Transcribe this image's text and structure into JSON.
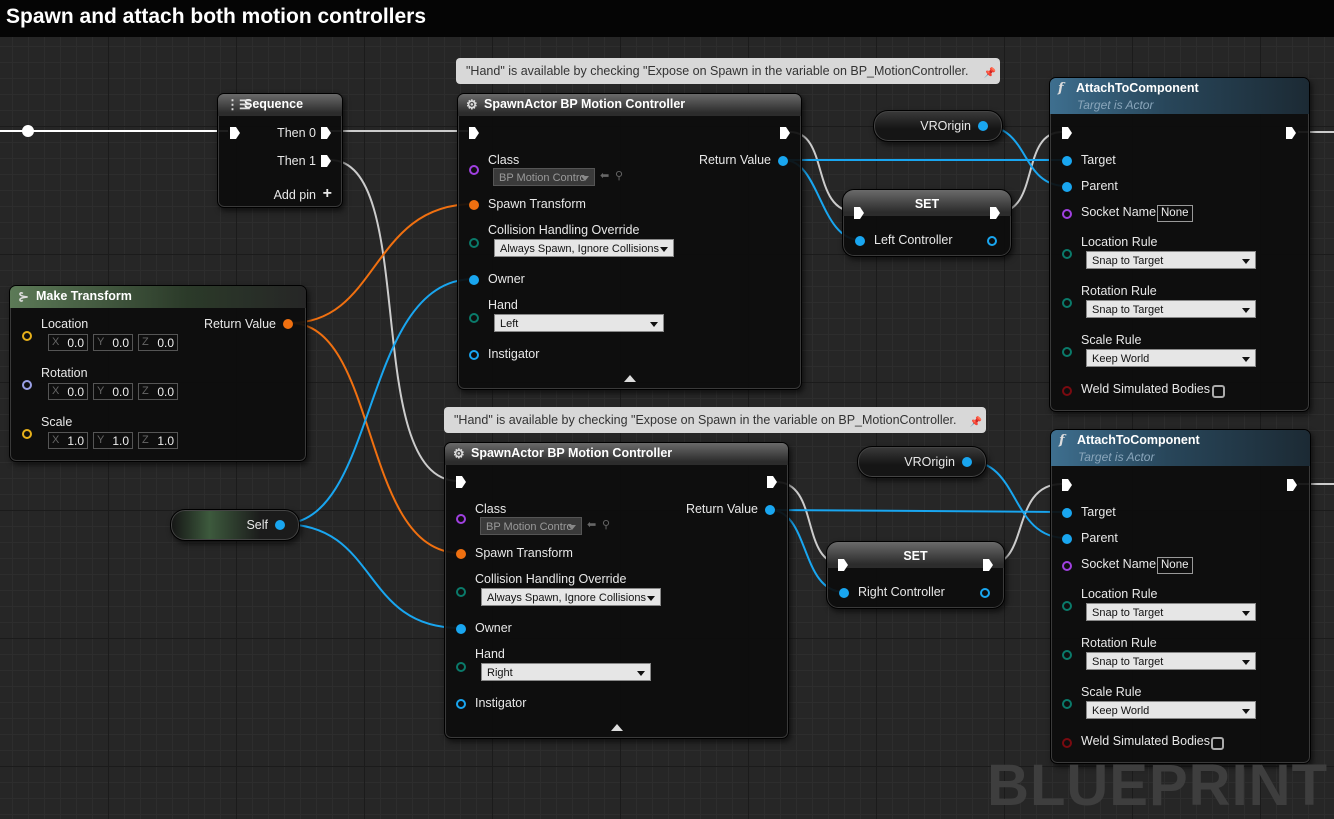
{
  "title": "Spawn and attach both motion controllers",
  "watermark": "BLUEPRINT",
  "sequence": {
    "title": "Sequence",
    "then0": "Then 0",
    "then1": "Then 1",
    "add_pin": "Add pin"
  },
  "make_transform": {
    "title": "Make Transform",
    "location": "Location",
    "rotation": "Rotation",
    "scale": "Scale",
    "return_value": "Return Value",
    "axes": {
      "x": "X",
      "y": "Y",
      "z": "Z"
    },
    "loc_values": [
      "0.0",
      "0.0",
      "0.0"
    ],
    "rot_values": [
      "0.0",
      "0.0",
      "0.0"
    ],
    "scale_values": [
      "1.0",
      "1.0",
      "1.0"
    ]
  },
  "self_node": {
    "label": "Self"
  },
  "spawn_left": {
    "comment": "\"Hand\" is available by checking \"Expose on Spawn in the variable on BP_MotionController.",
    "title": "SpawnActor BP Motion Controller",
    "class_label": "Class",
    "class_value": "BP Motion Contro",
    "return_value": "Return Value",
    "spawn_transform": "Spawn Transform",
    "collision_label": "Collision Handling Override",
    "collision_value": "Always Spawn, Ignore Collisions",
    "owner": "Owner",
    "hand_label": "Hand",
    "hand_value": "Left",
    "instigator": "Instigator"
  },
  "spawn_right": {
    "comment": "\"Hand\" is available by checking \"Expose on Spawn in the variable on BP_MotionController.",
    "title": "SpawnActor BP Motion Controller",
    "class_label": "Class",
    "class_value": "BP Motion Contro",
    "return_value": "Return Value",
    "spawn_transform": "Spawn Transform",
    "collision_label": "Collision Handling Override",
    "collision_value": "Always Spawn, Ignore Collisions",
    "owner": "Owner",
    "hand_label": "Hand",
    "hand_value": "Right",
    "instigator": "Instigator"
  },
  "vrorigin_top": {
    "label": "VROrigin"
  },
  "vrorigin_bottom": {
    "label": "VROrigin"
  },
  "set_left": {
    "title": "SET",
    "var": "Left Controller"
  },
  "set_right": {
    "title": "SET",
    "var": "Right Controller"
  },
  "attach_top": {
    "title": "AttachToComponent",
    "subtitle": "Target is Actor",
    "target": "Target",
    "parent": "Parent",
    "socket_label": "Socket Name",
    "socket_value": "None",
    "location_label": "Location Rule",
    "location_value": "Snap to Target",
    "rotation_label": "Rotation Rule",
    "rotation_value": "Snap to Target",
    "scale_label": "Scale Rule",
    "scale_value": "Keep World",
    "weld_label": "Weld Simulated Bodies"
  },
  "attach_bottom": {
    "title": "AttachToComponent",
    "subtitle": "Target is Actor",
    "target": "Target",
    "parent": "Parent",
    "socket_label": "Socket Name",
    "socket_value": "None",
    "location_label": "Location Rule",
    "location_value": "Snap to Target",
    "rotation_label": "Rotation Rule",
    "rotation_value": "Snap to Target",
    "scale_label": "Scale Rule",
    "scale_value": "Keep World",
    "weld_label": "Weld Simulated Bodies"
  },
  "colors": {
    "exec": "#ffffff",
    "object": "#19a6f0",
    "transform": "#f07010",
    "vector": "#e7b01a",
    "class": "#a040e0"
  }
}
